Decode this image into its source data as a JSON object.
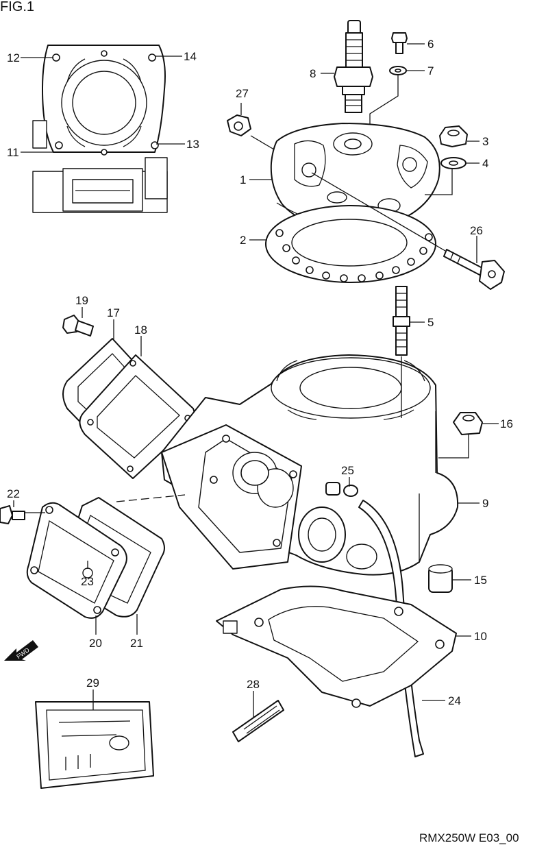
{
  "figure_title": "FIG.1",
  "footer_code": "RMX250W E03_00",
  "fwd_label": "FWD",
  "callouts": {
    "c1": "1",
    "c2": "2",
    "c3": "3",
    "c4": "4",
    "c5": "5",
    "c6": "6",
    "c7": "7",
    "c8": "8",
    "c9": "9",
    "c10": "10",
    "c11": "11",
    "c12": "12",
    "c13": "13",
    "c14": "14",
    "c15": "15",
    "c16": "16",
    "c17": "17",
    "c18": "18",
    "c19": "19",
    "c20": "20",
    "c21": "21",
    "c22": "22",
    "c23": "23",
    "c24": "24",
    "c25": "25",
    "c26": "26",
    "c27": "27",
    "c28": "28",
    "c29": "29"
  },
  "parts": [
    {
      "ref": "1",
      "name": "cylinder-head"
    },
    {
      "ref": "2",
      "name": "cylinder-head-gasket"
    },
    {
      "ref": "3",
      "name": "nut"
    },
    {
      "ref": "4",
      "name": "washer"
    },
    {
      "ref": "5",
      "name": "stud-bolt"
    },
    {
      "ref": "6",
      "name": "bolt"
    },
    {
      "ref": "7",
      "name": "gasket"
    },
    {
      "ref": "8",
      "name": "spark-plug"
    },
    {
      "ref": "9",
      "name": "cylinder"
    },
    {
      "ref": "10",
      "name": "cylinder-base-gasket"
    },
    {
      "ref": "15",
      "name": "dowel-pin"
    },
    {
      "ref": "16",
      "name": "nut"
    },
    {
      "ref": "17",
      "name": "gasket"
    },
    {
      "ref": "18",
      "name": "gasket"
    },
    {
      "ref": "19",
      "name": "bolt"
    },
    {
      "ref": "20",
      "name": "cover"
    },
    {
      "ref": "21",
      "name": "gasket"
    },
    {
      "ref": "22",
      "name": "bolt"
    },
    {
      "ref": "23",
      "name": "washer"
    },
    {
      "ref": "24",
      "name": "breather-hose"
    },
    {
      "ref": "25",
      "name": "clamp"
    },
    {
      "ref": "26",
      "name": "bolt"
    },
    {
      "ref": "27",
      "name": "nut"
    },
    {
      "ref": "28",
      "name": "label"
    },
    {
      "ref": "29",
      "name": "label"
    }
  ]
}
